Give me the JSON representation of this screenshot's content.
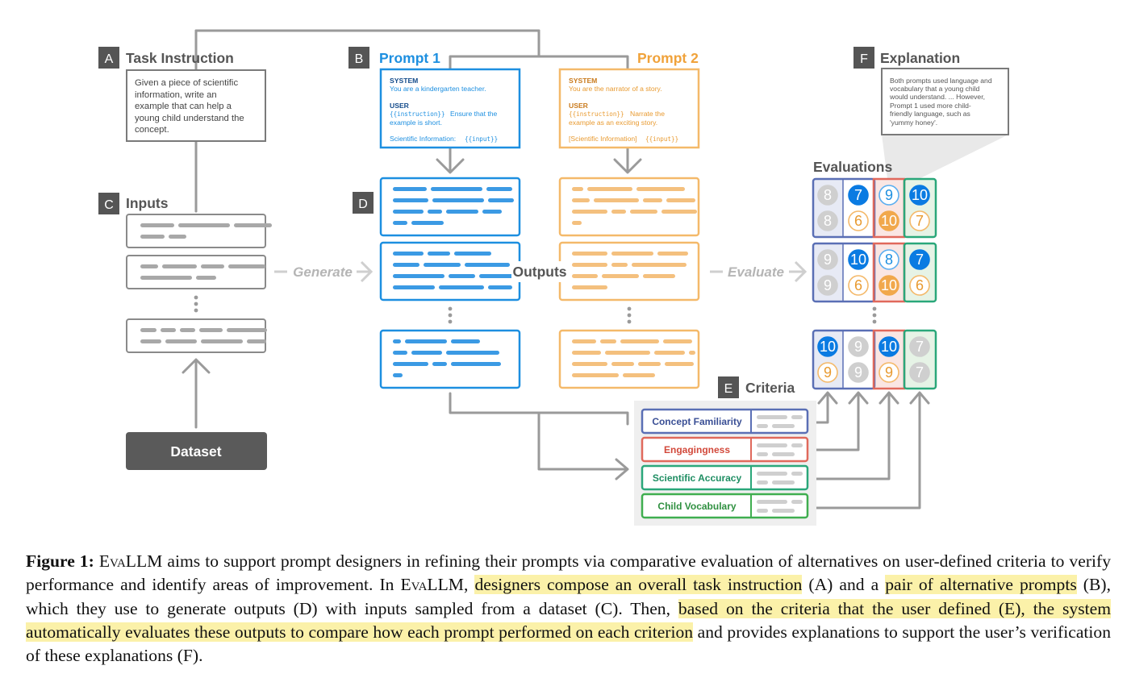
{
  "task_instruction": {
    "letter": "A",
    "title": "Task Instruction",
    "lines": [
      "Given a piece of scientific",
      "information, write an",
      "example that can help a",
      "young child understand the",
      "concept."
    ]
  },
  "inputs": {
    "letter": "C",
    "title": "Inputs"
  },
  "outputs_marker": {
    "letter": "D",
    "label": "Outputs"
  },
  "dataset": {
    "label": "Dataset"
  },
  "generate_label": "Generate",
  "evaluate_label": "Evaluate",
  "prompt1": {
    "letter": "B",
    "title": "Prompt 1",
    "system_label": "SYSTEM",
    "system_text": "You are a kindergarten teacher.",
    "user_label": "USER",
    "user_line1_code": "{{instruction}}",
    "user_line1_text": "Ensure that the",
    "user_line2": "example is short.",
    "info_text": "Scientific Information:",
    "info_code": "{{input}}"
  },
  "prompt2": {
    "title": "Prompt 2",
    "system_label": "SYSTEM",
    "system_text": "You are the narrator of a story.",
    "user_label": "USER",
    "user_line1_code": "{{instruction}}",
    "user_line1_text": "Narrate the",
    "user_line2": "example as an exciting story.",
    "info_text": "[Scientific Information]",
    "info_code": "{{input}}"
  },
  "explanation": {
    "letter": "F",
    "title": "Explanation",
    "lines": [
      "Both prompts used language and",
      "vocabulary that a young child",
      "would understand. ... However,",
      "Prompt 1 used more child-",
      "friendly language, such as",
      "'yummy honey'."
    ]
  },
  "evaluations": {
    "title": "Evaluations",
    "groups": [
      {
        "prompt1": [
          "8",
          "7",
          "9",
          "10"
        ],
        "prompt2": [
          "8",
          "6",
          "10",
          "7"
        ]
      },
      {
        "prompt1": [
          "9",
          "10",
          "8",
          "7"
        ],
        "prompt2": [
          "9",
          "6",
          "10",
          "6"
        ]
      },
      {
        "prompt1": [
          "10",
          "9",
          "10",
          "7"
        ],
        "prompt2": [
          "9",
          "9",
          "9",
          "7"
        ]
      }
    ]
  },
  "criteria": {
    "letter": "E",
    "title": "Criteria",
    "items": [
      "Concept Familiarity",
      "Engagingness",
      "Scientific Accuracy",
      "Child Vocabulary"
    ]
  },
  "colors": {
    "prompt1": "#1d8fe0",
    "prompt1_fill": "#0a7be2",
    "prompt2": "#f4b96a",
    "prompt2_fill": "#f1a84c",
    "prompt2_text": "#e89a30",
    "neutral": "#8a8a8a",
    "concept": "#5a6fb5",
    "engaging": "#e0695c",
    "accuracy": "#2aa77a",
    "vocab": "#3fae4f",
    "highlight": "#fbf1a9"
  },
  "caption": {
    "label": "Figure 1:",
    "brand": "EvaLLM",
    "s1": "aims to support prompt designers in refining their prompts via comparative evaluation of alternatives on user-defined criteria to verify performance and identify areas of improvement. In",
    "s2_pre": ",",
    "h1": "designers compose an overall task instruction",
    "s3": "(A) and a",
    "h2": "pair of alternative prompts",
    "s4": "(B), which they use to generate outputs (D) with inputs sampled from a dataset (C). Then,",
    "h3": "based on the criteria that the user defined (E), the system automatically evaluates these outputs to compare how each prompt performed on each criterion",
    "s5": "and provides explanations to support the user’s verification of these explanations (F)."
  }
}
